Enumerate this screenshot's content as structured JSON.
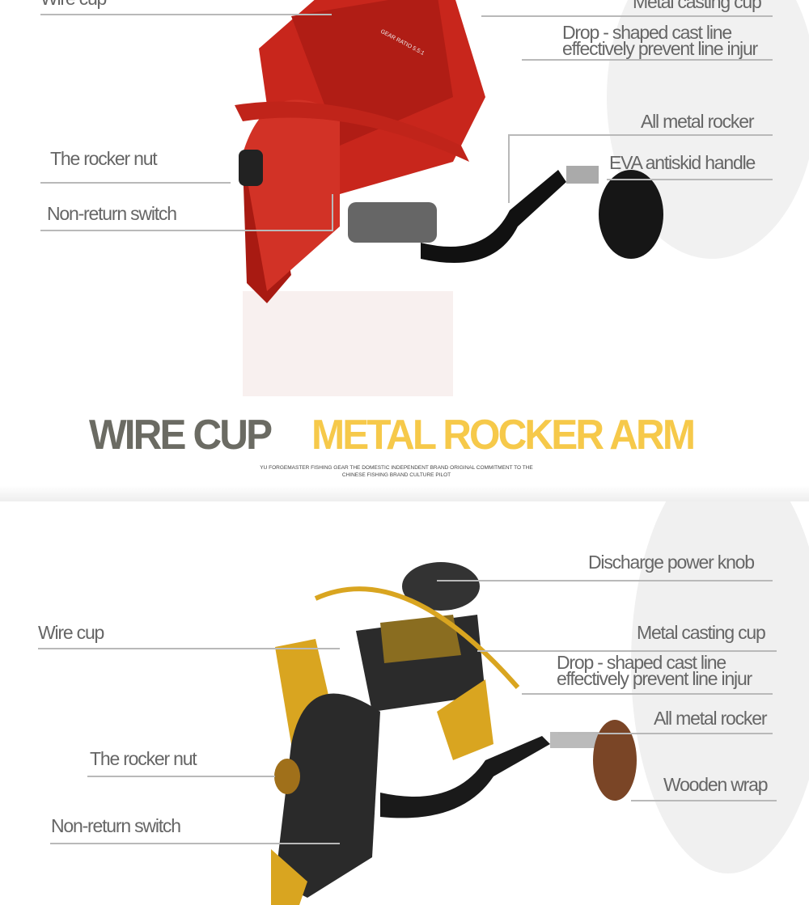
{
  "top_reel": {
    "labels": {
      "wire_cup": "Wire cup",
      "metal_casting_cup": "Metal casting cup",
      "drop_line1": "Drop - shaped cast line",
      "drop_line2": "effectively prevent line injur",
      "all_metal_rocker": "All metal rocker",
      "handle": "EVA antiskid handle",
      "rocker_nut": "The rocker nut",
      "non_return": "Non-return switch"
    },
    "spool_text": "GEAR RATIO 5.5:1",
    "colors": {
      "body": "#c8261c"
    }
  },
  "banner": {
    "title_gray": "WIRE CUP",
    "title_yellow": "METAL ROCKER ARM",
    "subtitle_line1": "YU FORGEMASTER FISHING GEAR THE DOMESTIC INDEPENDENT BRAND ORIGINAL COMMITMENT TO THE",
    "subtitle_line2": "CHINESE FISHING BRAND CULTURE PILOT",
    "colors": {
      "gray": "#6b6b63",
      "yellow": "#f6c94a"
    }
  },
  "bottom_reel": {
    "labels": {
      "discharge_knob": "Discharge power knob",
      "wire_cup": "Wire cup",
      "metal_casting_cup": "Metal casting cup",
      "drop_line1": "Drop - shaped cast line",
      "drop_line2": "effectively prevent line injur",
      "all_metal_rocker": "All metal rocker",
      "rocker_nut": "The rocker nut",
      "wooden_wrap": "Wooden wrap",
      "non_return": "Non-return switch"
    },
    "colors": {
      "body": "#2a2a2a",
      "accent": "#d9a520"
    }
  }
}
